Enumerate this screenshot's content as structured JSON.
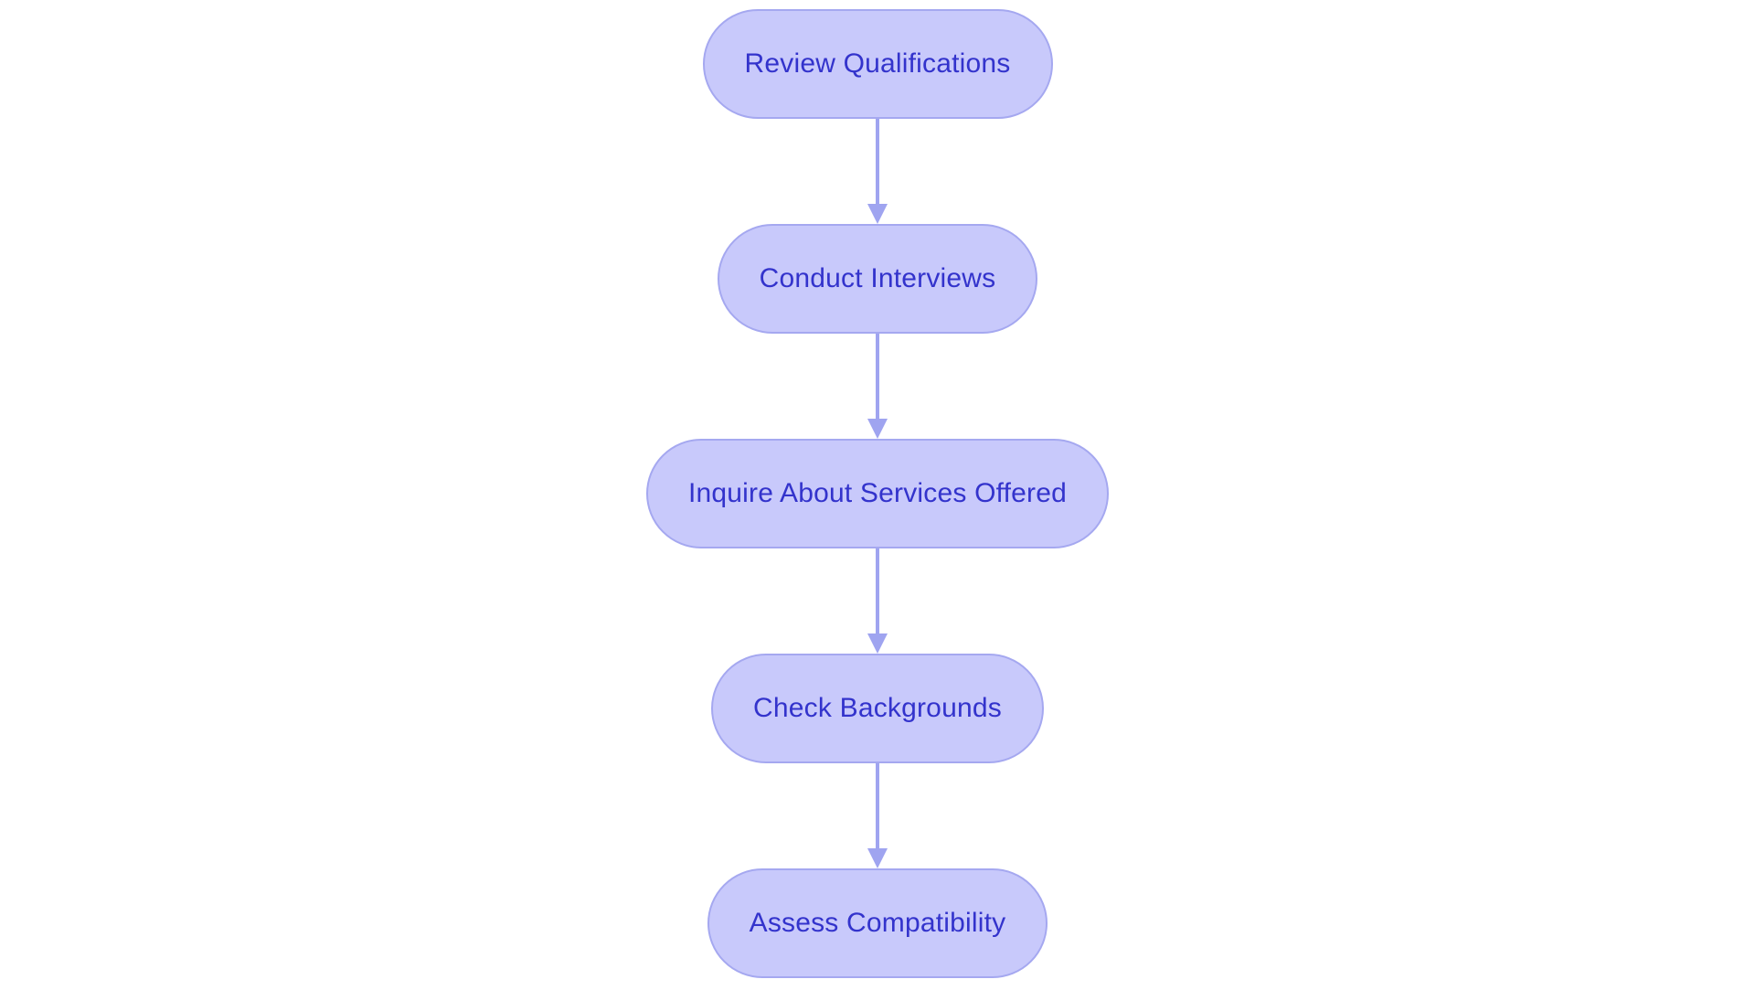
{
  "diagram": {
    "type": "flowchart",
    "orientation": "vertical-top-to-bottom",
    "background_color": "#ffffff",
    "node_fill_color": "#c8c9fb",
    "node_border_color": "#a5a8f0",
    "node_text_color": "#3333cc",
    "connector_color": "#9fa4f0",
    "node_shape": "stadium",
    "nodes": [
      {
        "id": "n1",
        "label": "Review Qualifications"
      },
      {
        "id": "n2",
        "label": "Conduct Interviews"
      },
      {
        "id": "n3",
        "label": "Inquire About Services Offered"
      },
      {
        "id": "n4",
        "label": "Check Backgrounds"
      },
      {
        "id": "n5",
        "label": "Assess Compatibility"
      }
    ],
    "edges": [
      {
        "from": "n1",
        "to": "n2",
        "label": "",
        "arrow": "down-arrow-icon"
      },
      {
        "from": "n2",
        "to": "n3",
        "label": "",
        "arrow": "down-arrow-icon"
      },
      {
        "from": "n3",
        "to": "n4",
        "label": "",
        "arrow": "down-arrow-icon"
      },
      {
        "from": "n4",
        "to": "n5",
        "label": "",
        "arrow": "down-arrow-icon"
      }
    ]
  }
}
